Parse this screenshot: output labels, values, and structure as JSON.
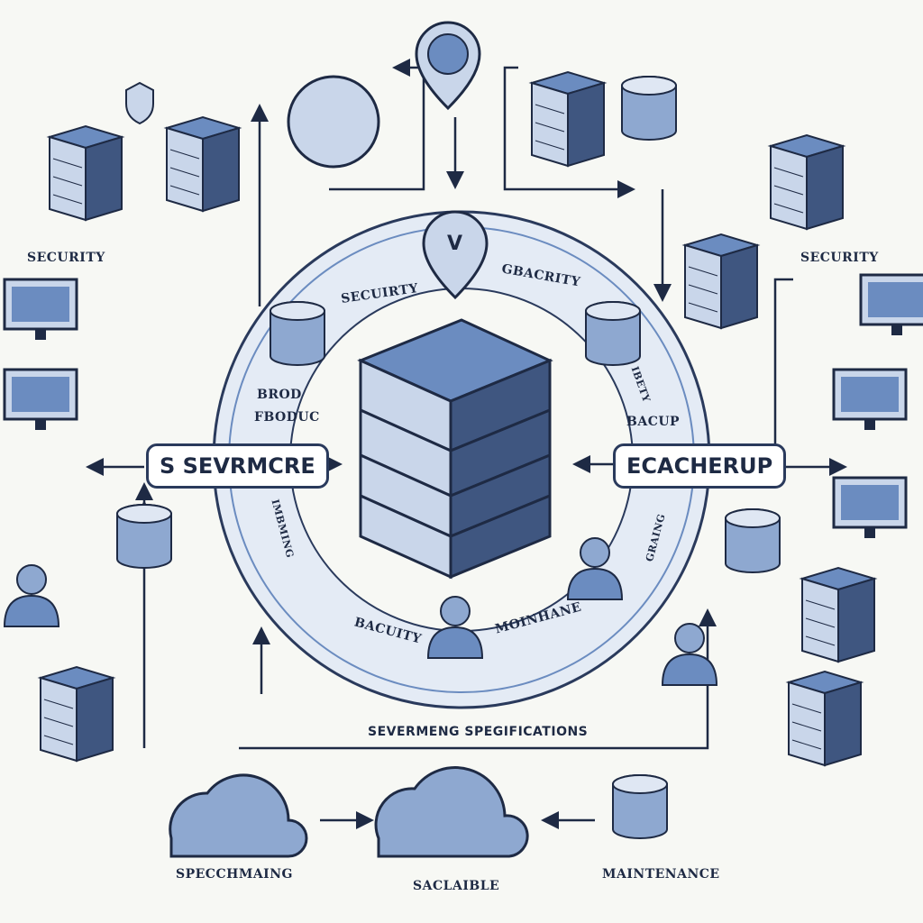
{
  "labels": {
    "security_left": "SECURITY",
    "security_right": "SECURITY",
    "ring_security": "SECUIRTY",
    "ring_capacity": "GBACRITY",
    "ring_brod": "BROD",
    "ring_fbodoc": "FBODUC",
    "ring_backup": "BACUP",
    "ring_ibety": "IBETY",
    "ring_bacuity": "BACUITY",
    "ring_maintenance": "MOINHANE",
    "ring_left_vertical": "IMBMING",
    "ring_right_vertical": "GRAING",
    "specifications": "SEVERMENG SPEGIFICATIONS",
    "bottom_left": "SPECCHMAING",
    "bottom_center": "SACLAIBLE",
    "bottom_right": "MAINTENANCE",
    "pin": "V"
  },
  "boxes": {
    "left": "S SEVRMCRE",
    "right": "ECACHERUP"
  },
  "colors": {
    "ink": "#1e2a44",
    "accent": "#6b8cc0",
    "light": "#c9d6ea",
    "bg": "#f7f8f4"
  }
}
